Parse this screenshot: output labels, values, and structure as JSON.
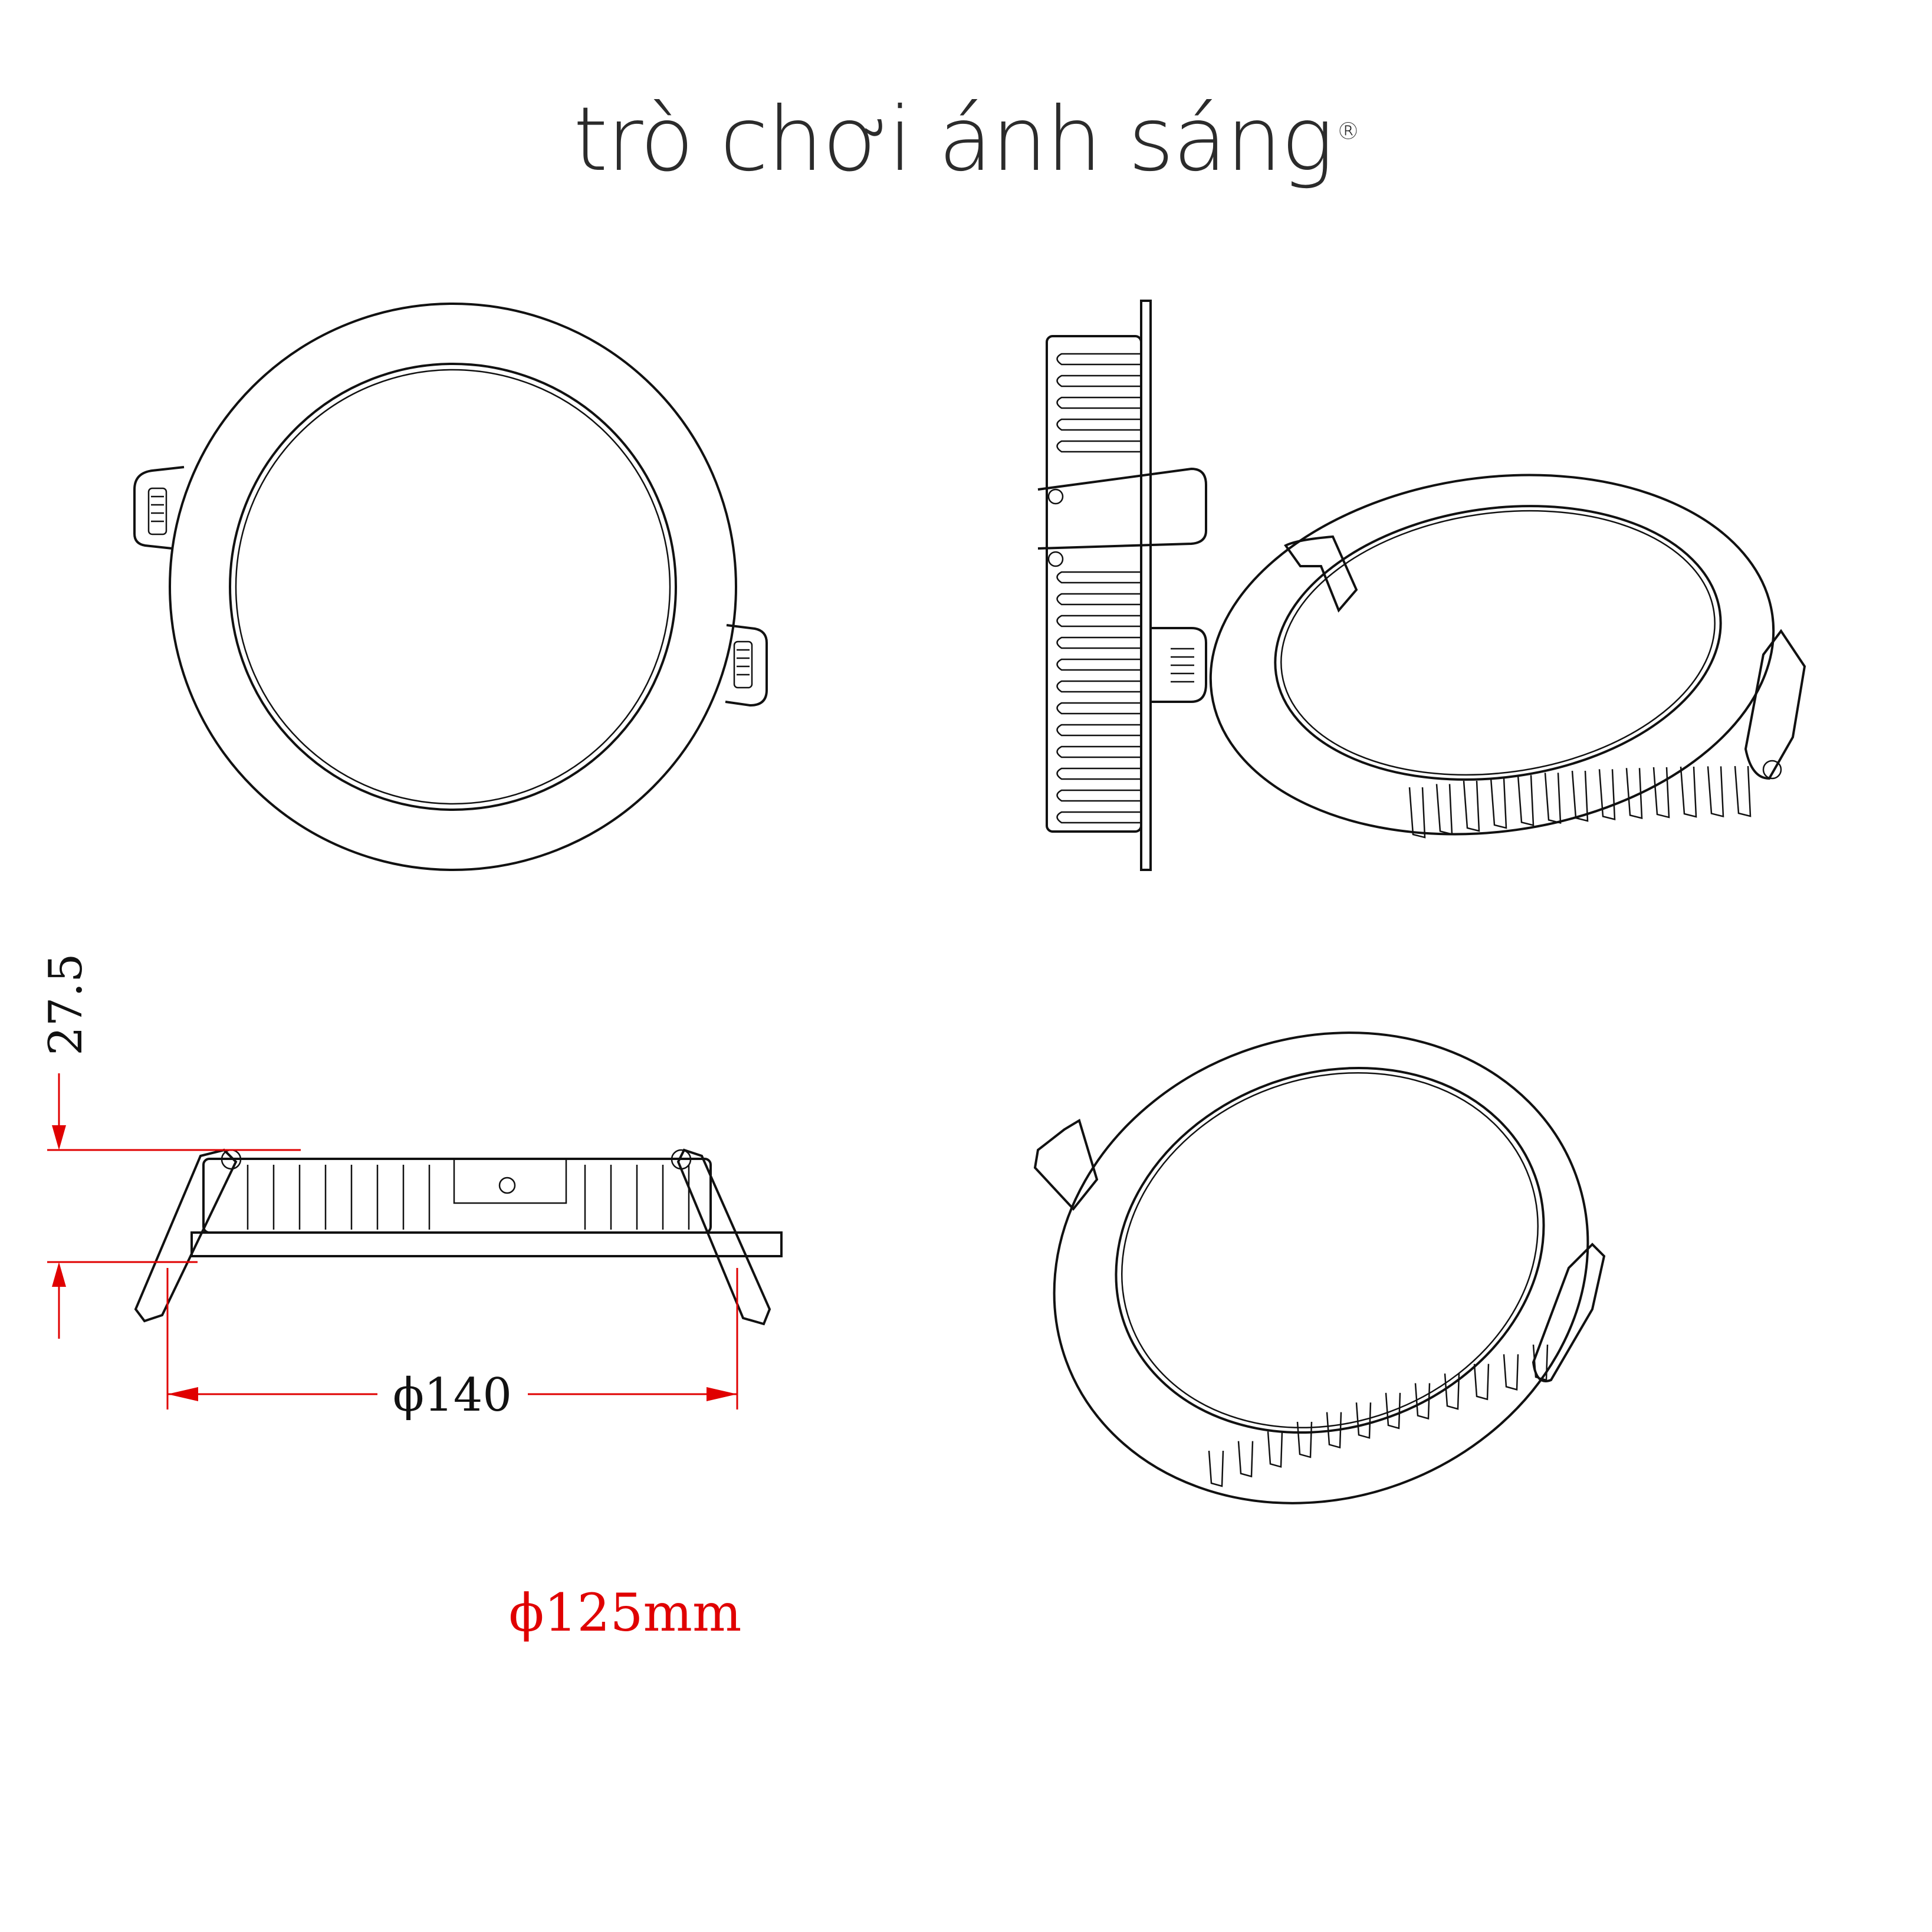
{
  "brand": {
    "name": "trò chơi ánh sáng",
    "mark": "®"
  },
  "dimensions": {
    "height": "27.5",
    "diameter_outer": "ϕ140",
    "cutout": "ϕ125mm"
  },
  "colors": {
    "line": "#111111",
    "dimension": "#e00000",
    "brand": "#2b2b2b"
  }
}
